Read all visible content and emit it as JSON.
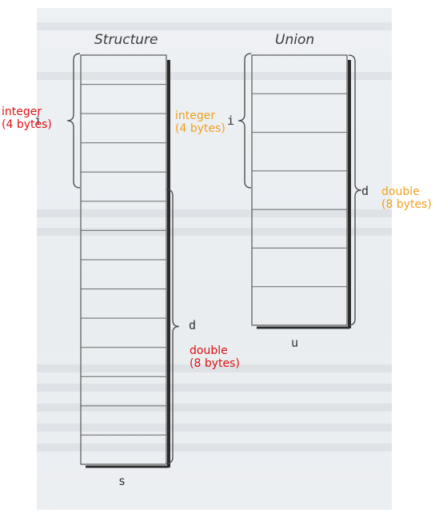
{
  "structure": {
    "title": "Structure",
    "label": "s",
    "cells": 14,
    "member_i": "i",
    "member_d": "d"
  },
  "union": {
    "title": "Union",
    "label": "u",
    "cells": 7,
    "member_i": "i",
    "member_d": "d"
  },
  "annotations": {
    "integer_left": [
      "integer",
      "(4 bytes)"
    ],
    "integer_mid": [
      "integer",
      "(4 bytes)"
    ],
    "double_union": [
      "double",
      "(8 bytes)"
    ],
    "double_struct": [
      "double",
      "(8 bytes)"
    ]
  },
  "colors": {
    "red": "#e01010",
    "orange": "#f0a020"
  }
}
